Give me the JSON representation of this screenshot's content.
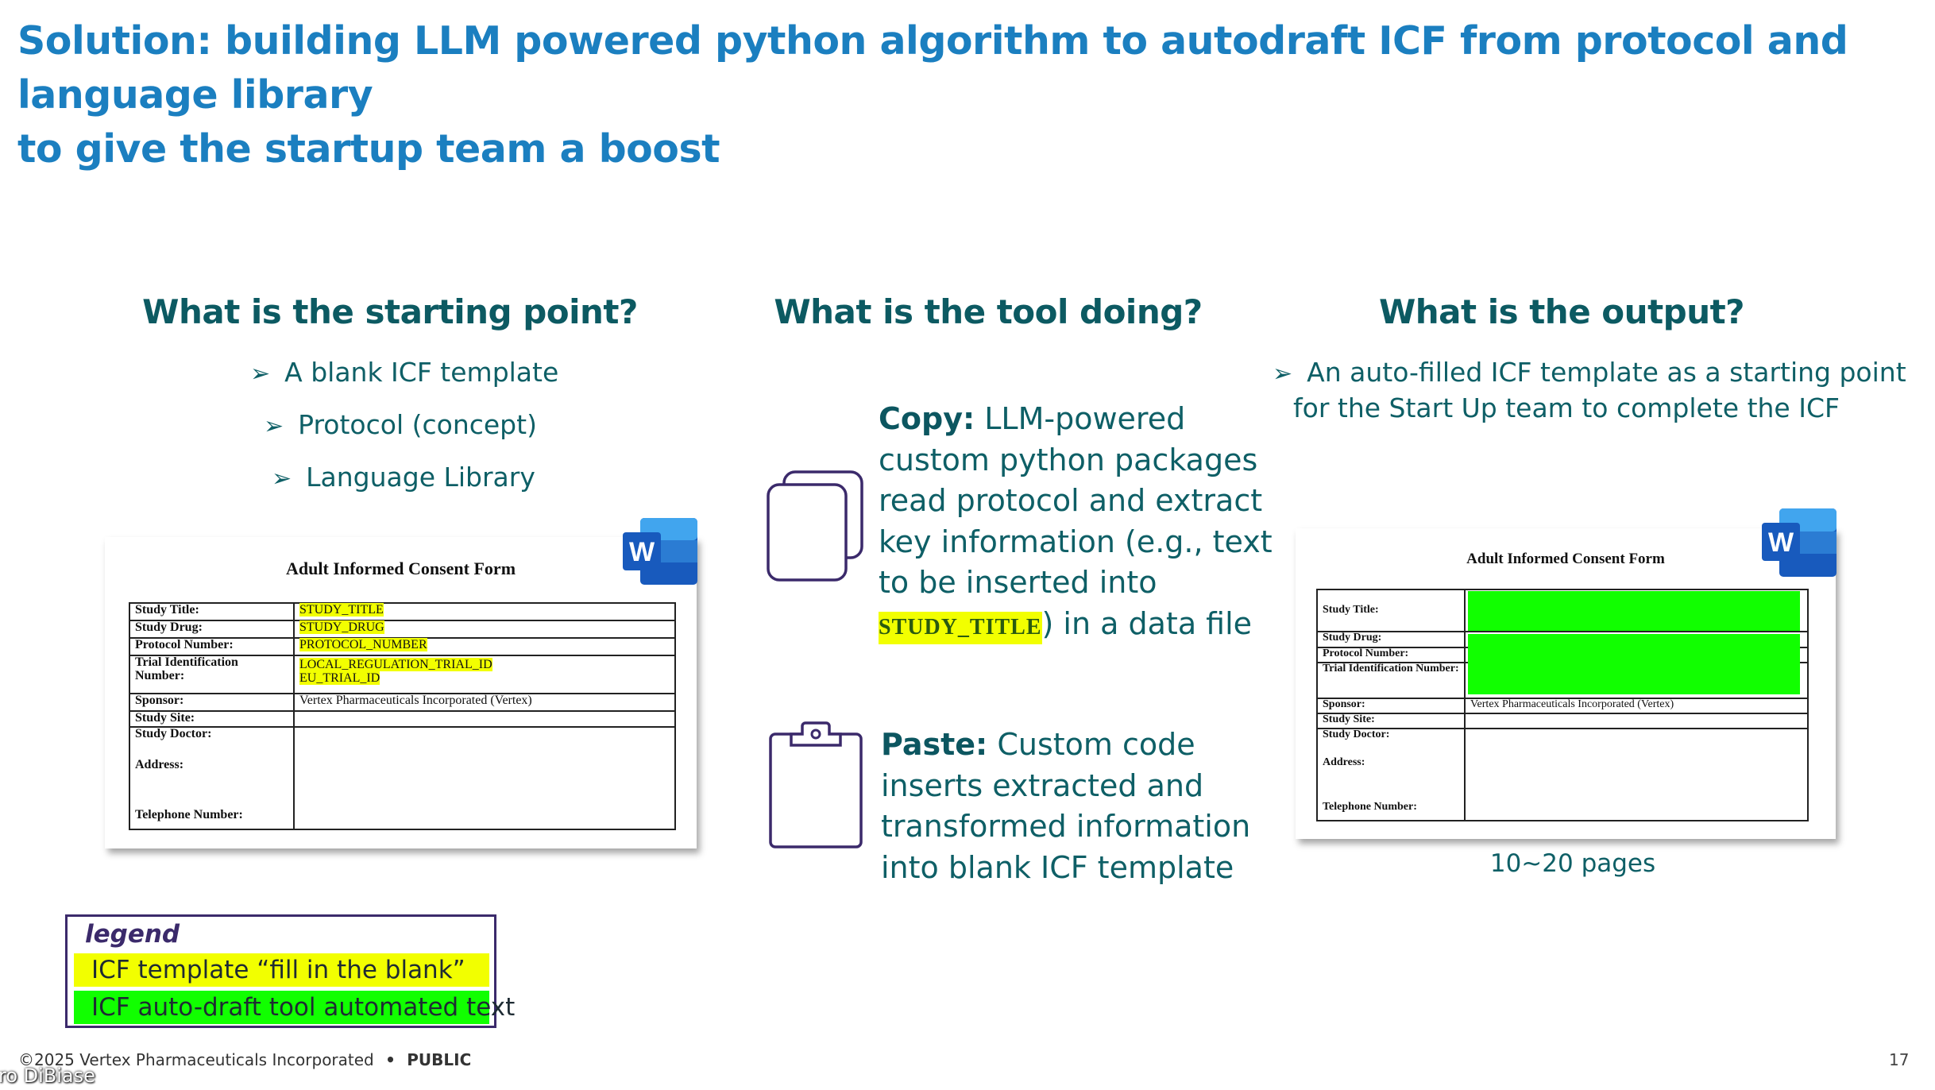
{
  "slide": {
    "title_line1": "Solution: building LLM powered python algorithm to autodraft ICF from protocol and language library",
    "title_line2": "to give the startup team a boost",
    "colors": {
      "title": "#1b7fc0",
      "heading": "#0c5a62",
      "body": "#0e5f66",
      "icon": "#3b2a6b",
      "template_highlight": "#f2ff00",
      "auto_highlight": "#11ff00"
    }
  },
  "left": {
    "heading": "What is the starting point?",
    "bullets": [
      "A blank ICF template",
      "Protocol (concept)",
      "Language Library"
    ],
    "bullet_icon": "arrow-bullet-icon",
    "doc": {
      "title": "Adult Informed Consent Form",
      "icon": "word-icon",
      "icon_letter": "W",
      "rows": [
        {
          "label": "Study Title:",
          "value": "STUDY_TITLE"
        },
        {
          "label": "Study Drug:",
          "value": "STUDY_DRUG"
        },
        {
          "label": "Protocol Number:",
          "value": "PROTOCOL_NUMBER"
        },
        {
          "label": "Trial Identification Number:",
          "value": "LOCAL_REGULATION_TRIAL_ID",
          "value2": "EU_TRIAL_ID"
        },
        {
          "label": "Sponsor:",
          "value": "Vertex Pharmaceuticals Incorporated (Vertex)"
        },
        {
          "label": "Study Site:",
          "value": ""
        },
        {
          "label": "Study Doctor:",
          "label2": "Address:",
          "label3": "Telephone Number:",
          "value": ""
        }
      ]
    }
  },
  "middle": {
    "heading": "What is the tool doing?",
    "copy": {
      "icon": "copy-icon",
      "label": "Copy:",
      "text": "LLM-powered custom python packages read protocol and extract key information (e.g., text to be inserted into",
      "tag": "STUDY_TITLE",
      "text_after": ") in a data file"
    },
    "paste": {
      "icon": "clipboard-icon",
      "label": "Paste:",
      "text": "Custom code inserts extracted and transformed information into blank ICF template"
    }
  },
  "right": {
    "heading": "What is the output?",
    "bullet_line1": "An auto-filled ICF template as a starting point",
    "bullet_line2": "for the Start Up team to complete the ICF",
    "doc": {
      "title": "Adult Informed Consent Form",
      "icon_letter": "W",
      "rows": [
        {
          "label": "Study Title:"
        },
        {
          "label": "Study Drug:"
        },
        {
          "label": "Protocol Number:"
        },
        {
          "label": "Trial Identification Number:"
        },
        {
          "label": "Sponsor:",
          "value": "Vertex Pharmaceuticals Incorporated (Vertex)"
        },
        {
          "label": "Study Site:"
        },
        {
          "label": "Study Doctor:",
          "label2": "Address:",
          "label3": "Telephone Number:"
        }
      ]
    },
    "caption": "10~20 pages"
  },
  "legend": {
    "title": "legend",
    "items": [
      {
        "label": "ICF template “fill in the blank”",
        "color": "#f2ff00"
      },
      {
        "label": "ICF auto-draft tool automated text",
        "color": "#11ff00"
      }
    ]
  },
  "footer": {
    "copyright": "©2025 Vertex Pharmaceuticals Incorporated",
    "separator": "•",
    "classification": "PUBLIC",
    "page_number": "17",
    "presenter_overlay": "ro DiBiase"
  }
}
